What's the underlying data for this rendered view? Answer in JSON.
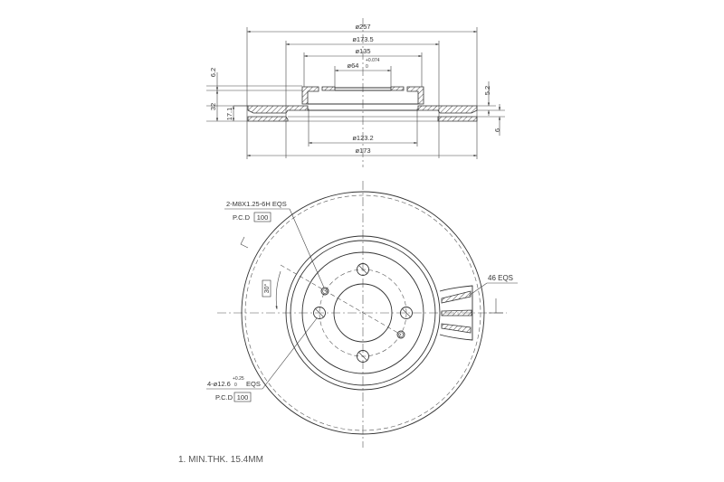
{
  "drawing": {
    "subject": "Ventilated brake disc",
    "section_view": {
      "dimensions": {
        "outer_diameter": "ø257",
        "hat_outer_diameter": "ø173.5",
        "hat_inner_diameter": "ø135",
        "center_bore": "ø64",
        "center_bore_tol_upper": "+0.074",
        "center_bore_tol_lower": "0",
        "inner_friction_diameter": "ø123.2",
        "hat_bottom_diameter": "ø173",
        "hat_flange_thickness": "6.2",
        "total_height": "32",
        "disc_thickness": "17.1",
        "hat_wall": "5.2",
        "vent_gap": "6"
      }
    },
    "plan_view": {
      "thread_callout": "2-M8X1.25-6H EQS",
      "thread_pcd_label": "P.C.D",
      "thread_pcd_value": "100",
      "hole_callout_prefix": "4-ø12.6",
      "hole_tol_upper": "+0.25",
      "hole_tol_lower": "0",
      "hole_callout_suffix": "EQS",
      "hole_pcd_label": "P.C.D",
      "hole_pcd_value": "100",
      "angle": "30°",
      "vanes_callout": "46 EQS"
    },
    "notes": [
      "1. MIN.THK. 15.4MM"
    ]
  }
}
